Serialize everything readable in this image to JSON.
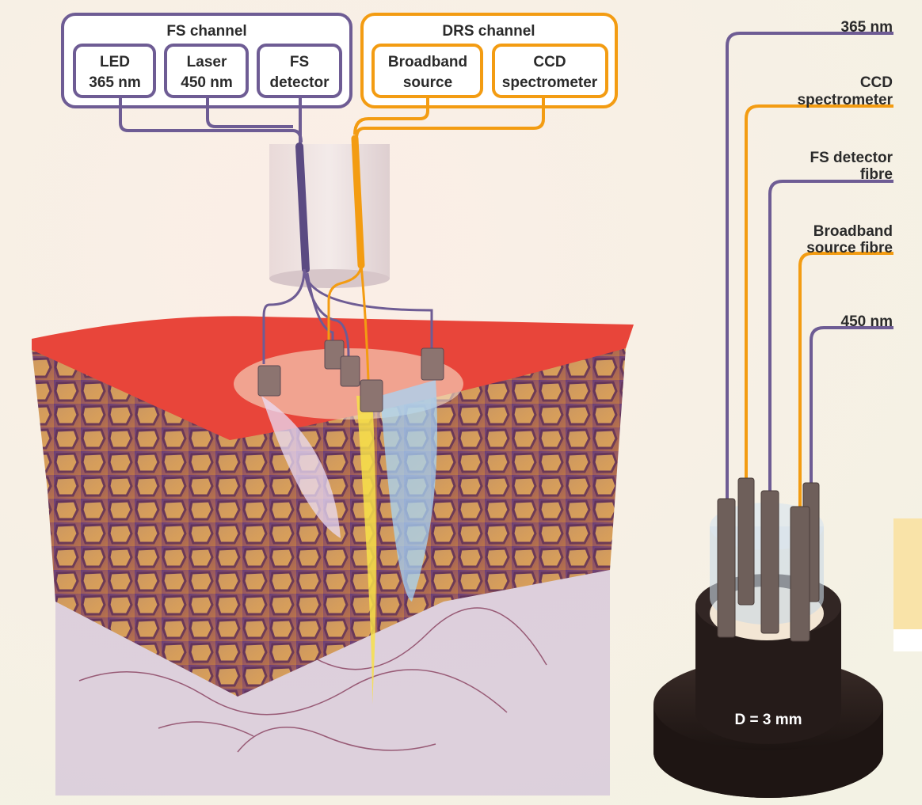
{
  "colors": {
    "fs": "#6e5c94",
    "drs": "#f39c12",
    "skin": "#e8453a",
    "background": "#f6f3ea"
  },
  "fs_channel": {
    "title": "FS channel",
    "boxes": [
      {
        "lines": [
          "LED",
          "365 nm"
        ]
      },
      {
        "lines": [
          "Laser",
          "450 nm"
        ]
      },
      {
        "lines": [
          "FS",
          "detector"
        ]
      }
    ]
  },
  "drs_channel": {
    "title": "DRS channel",
    "boxes": [
      {
        "lines": [
          "Broadband",
          "source"
        ]
      },
      {
        "lines": [
          "CCD",
          "spectrometer"
        ]
      }
    ]
  },
  "probe_tip": {
    "labels": [
      {
        "lines": [
          "365 nm"
        ]
      },
      {
        "lines": [
          "CCD",
          "spectrometer"
        ]
      },
      {
        "lines": [
          "FS detector",
          "fibre"
        ]
      },
      {
        "lines": [
          "Broadband",
          "source fibre"
        ]
      },
      {
        "lines": [
          "450 nm"
        ]
      }
    ],
    "diameter_label": "D = 3 mm"
  }
}
